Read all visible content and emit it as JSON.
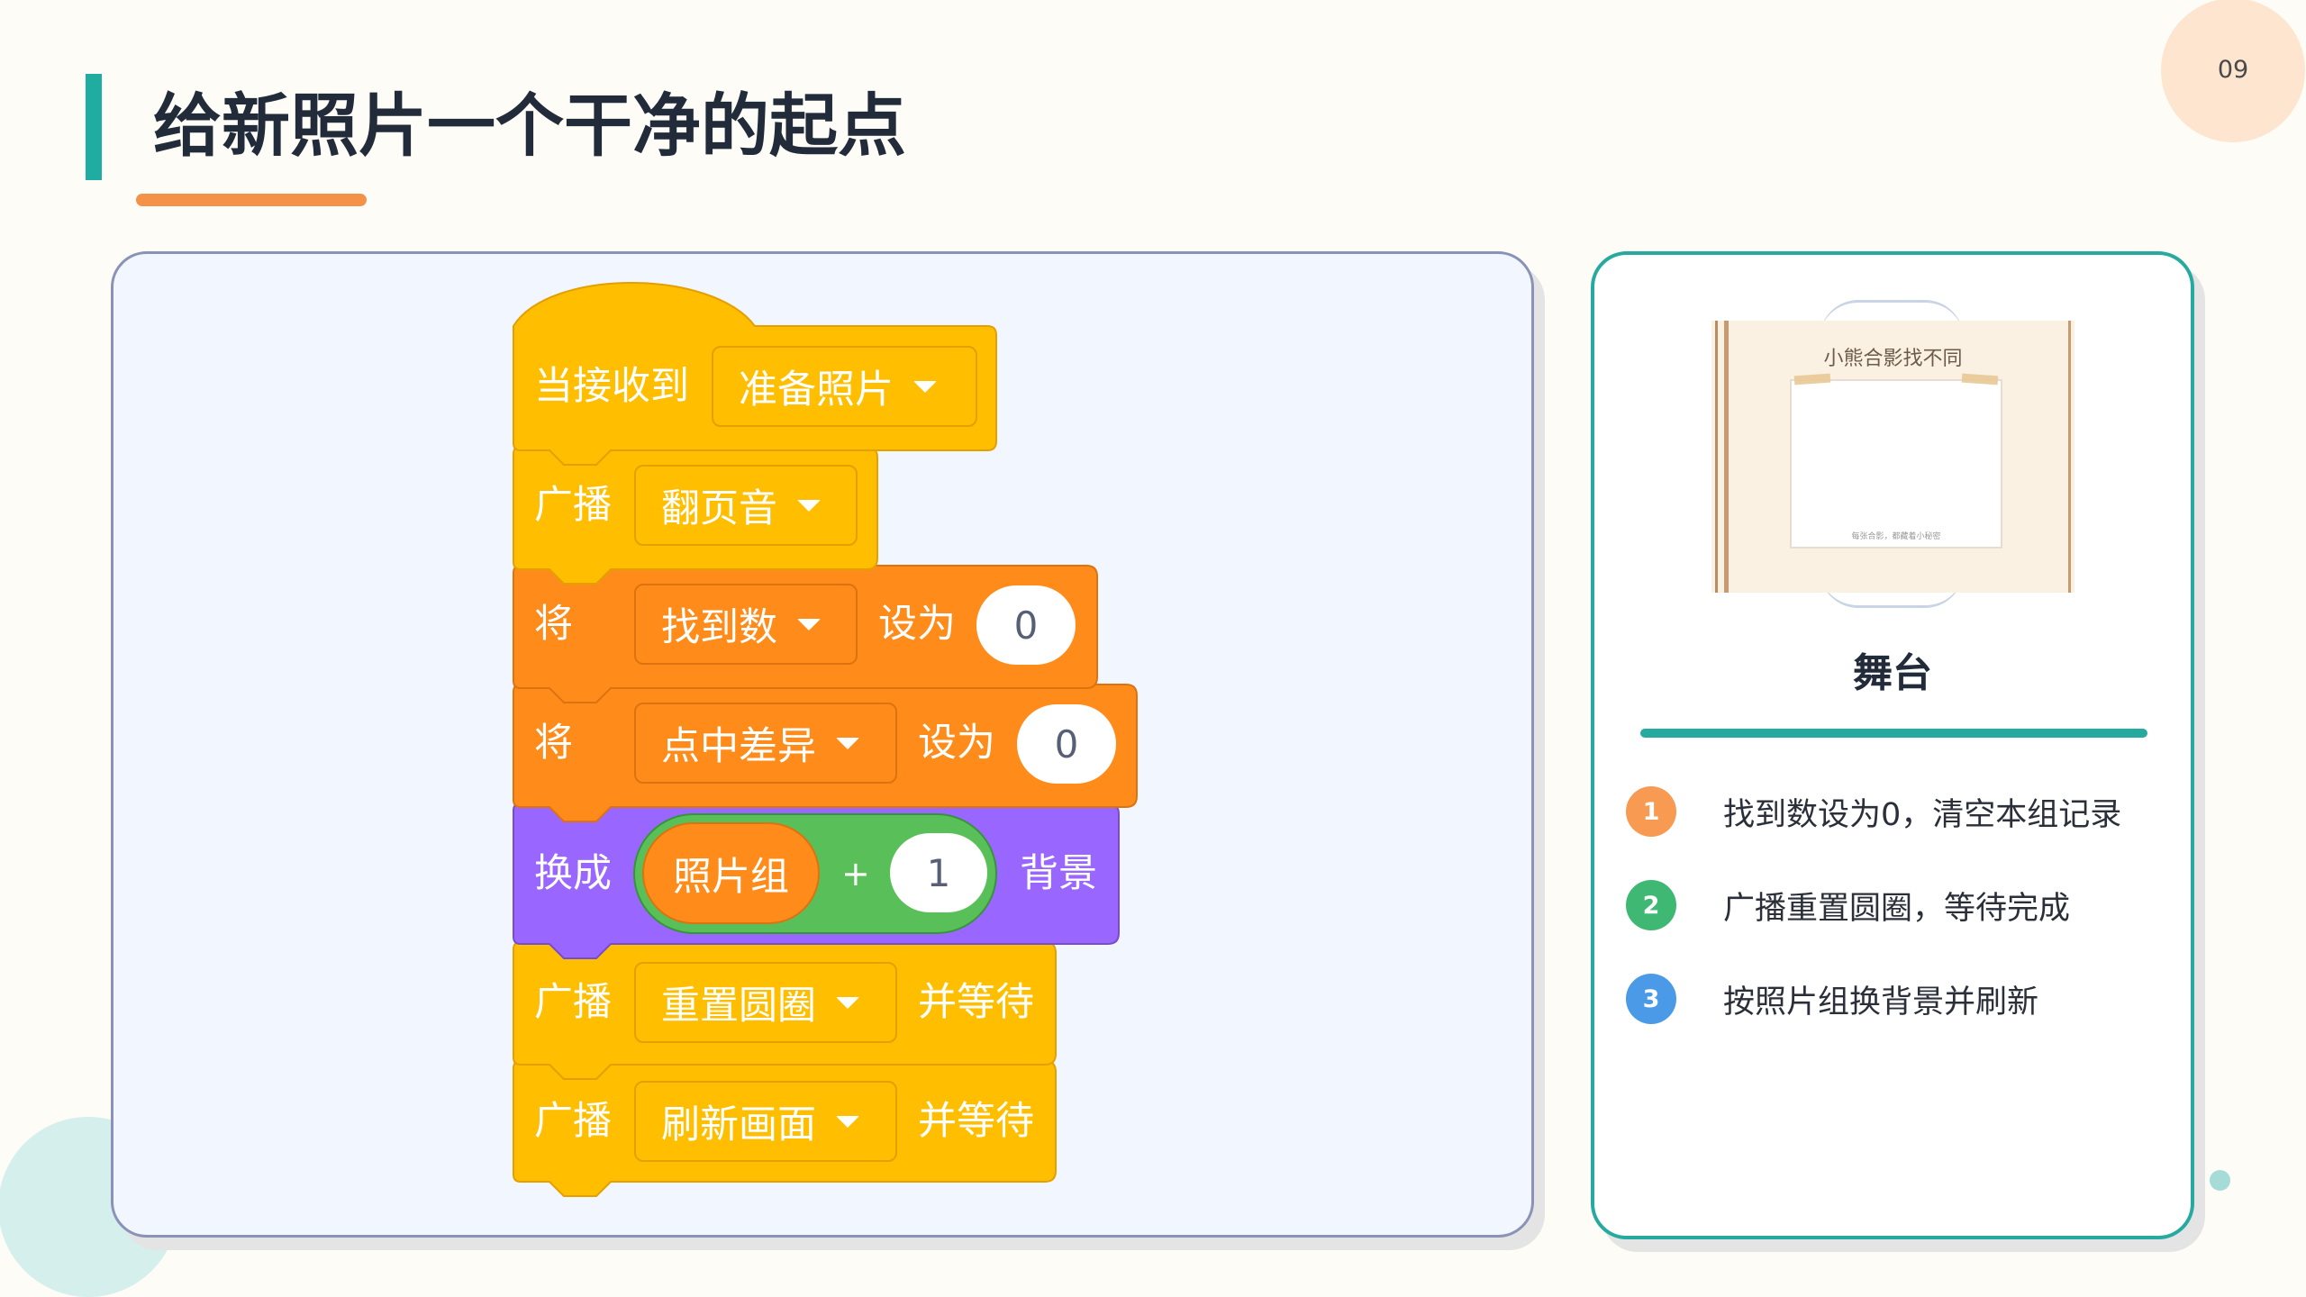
{
  "page_number": "09",
  "title": "给新照片一个干净的起点",
  "code_blocks": {
    "hat_label": "当接收到",
    "hat_message": "准备照片",
    "broadcast_1_label": "广播",
    "broadcast_1_message": "翻页音",
    "set_1_label": "将",
    "set_1_variable": "找到数",
    "set_1_to": "设为",
    "set_1_value": "0",
    "set_2_label": "将",
    "set_2_variable": "点中差异",
    "set_2_to": "设为",
    "set_2_value": "0",
    "switch_label": "换成",
    "switch_reporter": "照片组",
    "switch_operator": "+",
    "switch_value": "1",
    "switch_suffix": "背景",
    "broadcast_2_label": "广播",
    "broadcast_2_message": "重置圆圈",
    "broadcast_2_suffix": "并等待",
    "broadcast_3_label": "广播",
    "broadcast_3_message": "刷新画面",
    "broadcast_3_suffix": "并等待"
  },
  "stage": {
    "thumbnail_caption": "小熊合影找不同",
    "thumbnail_footer": "每张合影，都藏着小秘密",
    "label": "舞台"
  },
  "steps": [
    {
      "num": "1",
      "text": "找到数设为0，清空本组记录",
      "color": "#f89a52"
    },
    {
      "num": "2",
      "text": "广播重置圆圈，等待完成",
      "color": "#3fb874"
    },
    {
      "num": "3",
      "text": "按照片组换背景并刷新",
      "color": "#4a9ae8"
    }
  ],
  "colors": {
    "accent_teal": "#1fada2",
    "accent_orange": "#f5924a",
    "events_block": "#ffbf00",
    "variables_block": "#ff8c1a",
    "looks_block": "#9966ff",
    "operators_block": "#59c059"
  }
}
